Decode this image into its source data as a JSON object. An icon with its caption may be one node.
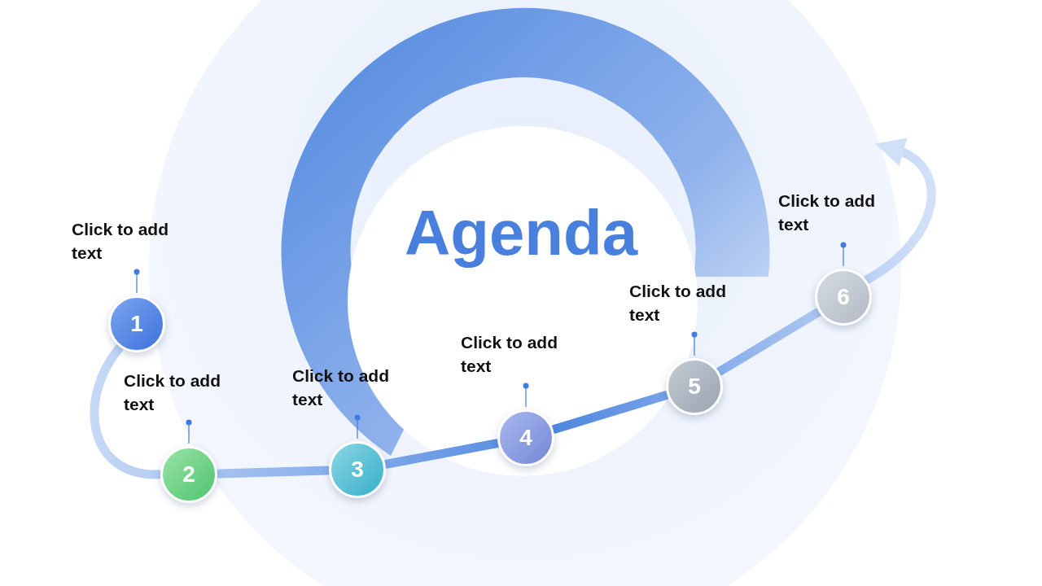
{
  "diagram": {
    "title": "Agenda",
    "nodes": [
      {
        "text": [
          "1"
        ],
        "beside": [
          "Click to add text"
        ]
      },
      {
        "text": [
          "2"
        ],
        "beside": [
          "Click to add text"
        ]
      },
      {
        "text": [
          "3"
        ],
        "beside": [
          "Click to add text"
        ]
      },
      {
        "text": [
          "4"
        ],
        "beside": [
          "Click to add text"
        ]
      },
      {
        "text": [
          "5"
        ],
        "beside": [
          "Click to add text"
        ]
      },
      {
        "text": [
          "6"
        ],
        "beside": [
          "Click to add text"
        ]
      }
    ],
    "edges": [
      {
        "from": 0,
        "to": 1,
        "arrow": "none"
      },
      {
        "from": 1,
        "to": 2,
        "arrow": "none"
      },
      {
        "from": 2,
        "to": 3,
        "arrow": "none"
      },
      {
        "from": 3,
        "to": 4,
        "arrow": "none"
      },
      {
        "from": 4,
        "to": 5,
        "arrow": "none"
      },
      {
        "from": 5,
        "to": null,
        "arrow": "to"
      }
    ]
  }
}
